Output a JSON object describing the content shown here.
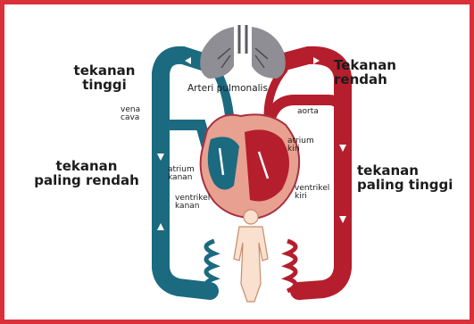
{
  "labels": {
    "left_top": [
      "tekanan",
      "tinggi"
    ],
    "right_top": [
      "Tekanan",
      "rendah"
    ],
    "left_mid": [
      "tekanan",
      "paling rendah"
    ],
    "right_mid": [
      "tekanan",
      "paling tinggi"
    ],
    "arteri": "Arteri pulmonalis",
    "vena_cava": [
      "vena",
      "cava"
    ],
    "aorta": "aorta",
    "atrium_kiri": [
      "atrium",
      "kiri"
    ],
    "atrium_kanan": [
      "atrium",
      "kanan"
    ],
    "ventrikel_kiri": [
      "ventrikel",
      "kiri"
    ],
    "ventrikel_kanan": [
      "ventrikel",
      "kanan"
    ]
  },
  "colors": {
    "frame": "#d9303a",
    "oxygen_rich": "#b51e2c",
    "oxygen_poor": "#1b6a80",
    "heart": "#e8a090",
    "lungs": "#8e8e94",
    "body": "#f9e0cf"
  }
}
